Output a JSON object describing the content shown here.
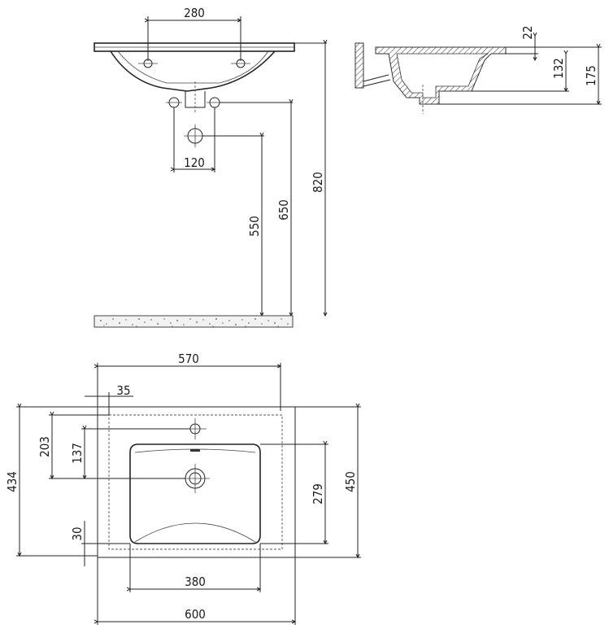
{
  "dimensions": {
    "front_tap_spacing": "280",
    "front_waste_spacing": "120",
    "front_height_550": "550",
    "front_height_650": "650",
    "front_height_820": "820",
    "side_rim": "22",
    "side_bowl_depth": "132",
    "side_total_height": "175",
    "top_outer_width": "570",
    "top_edge_offset": "35",
    "top_depth_203": "203",
    "top_depth_137": "137",
    "top_total_434": "434",
    "top_bowl_279": "279",
    "top_depth_450": "450",
    "top_edge_30": "30",
    "top_bowl_width": "380",
    "top_total_width": "600"
  }
}
